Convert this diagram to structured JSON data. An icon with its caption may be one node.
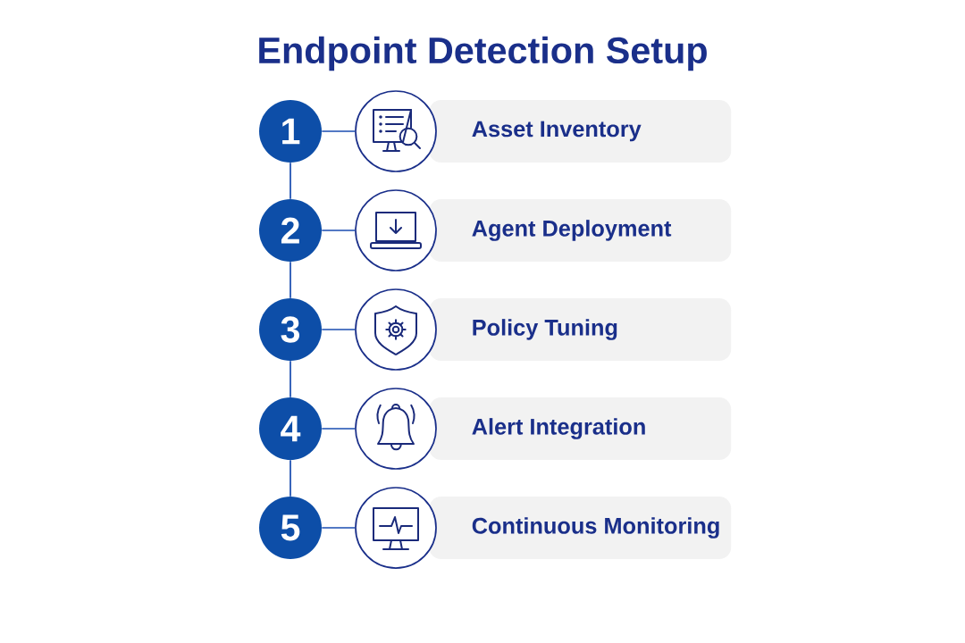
{
  "diagram": {
    "title": "Endpoint Detection Setup",
    "nodes": [
      {
        "text": [
          "1"
        ]
      },
      {
        "text": [],
        "shape": "circle"
      },
      {
        "text": [
          "Asset Inventory"
        ]
      },
      {
        "text": [
          "2"
        ]
      },
      {
        "text": [],
        "shape": "circle"
      },
      {
        "text": [
          "Agent Deployment"
        ]
      },
      {
        "text": [
          "3"
        ]
      },
      {
        "text": [],
        "shape": "circle"
      },
      {
        "text": [
          "Policy Tuning"
        ]
      },
      {
        "text": [
          "4"
        ]
      },
      {
        "text": [],
        "shape": "circle"
      },
      {
        "text": [
          "Alert Integration"
        ]
      },
      {
        "text": [
          "5"
        ]
      },
      {
        "text": [],
        "shape": "circle"
      },
      {
        "text": [
          "Continuous Monitoring"
        ]
      }
    ],
    "edges": [
      {
        "from": 0,
        "to": 1,
        "arrow": "none"
      },
      {
        "from": 0,
        "to": 3,
        "arrow": "none"
      },
      {
        "from": 3,
        "to": 4,
        "arrow": "none"
      },
      {
        "from": 3,
        "to": 6,
        "arrow": "none"
      },
      {
        "from": 6,
        "to": 7,
        "arrow": "none"
      },
      {
        "from": 6,
        "to": 9,
        "arrow": "none"
      },
      {
        "from": 9,
        "to": 10,
        "arrow": "none"
      },
      {
        "from": 9,
        "to": 12,
        "arrow": "none"
      },
      {
        "from": 12,
        "to": 13,
        "arrow": "none"
      }
    ]
  }
}
